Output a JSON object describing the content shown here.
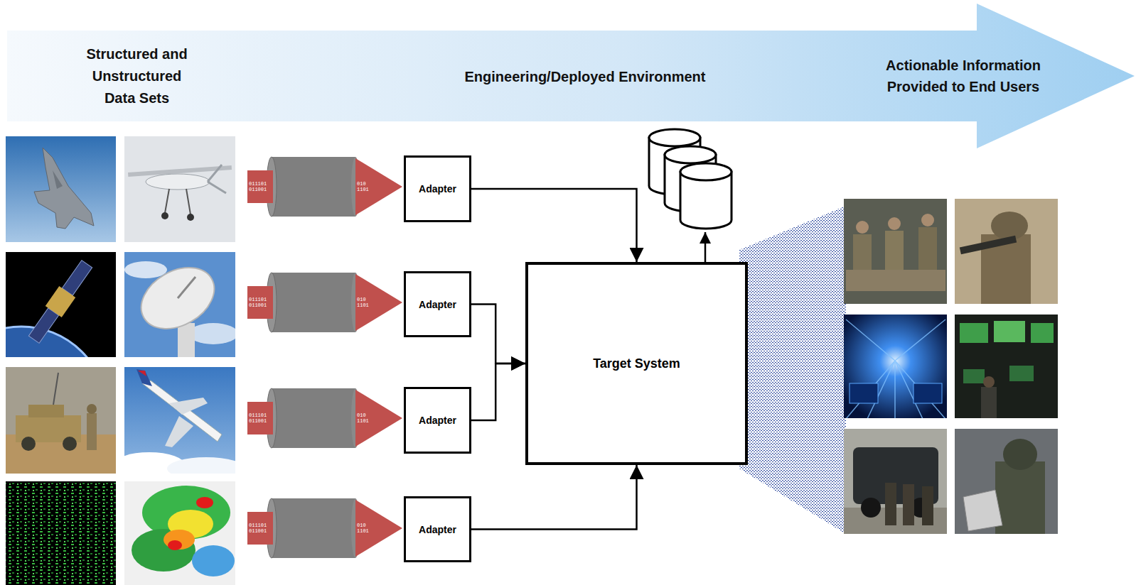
{
  "diagram": {
    "nodes": [
      {
        "text": [
          "Structured and Unstructured Data Sets",
          "Engineering/Deployed Environment",
          "Actionable Information Provided to End Users"
        ]
      },
      {
        "text": [
          "Adapter"
        ]
      },
      {
        "text": [
          "Adapter"
        ]
      },
      {
        "text": [
          "Adapter"
        ]
      },
      {
        "text": [
          "Adapter"
        ]
      },
      {
        "text": [
          "Target System"
        ]
      }
    ],
    "edges": [
      {
        "from": 1,
        "to": 5,
        "arrow": "to"
      },
      {
        "from": 2,
        "to": 5,
        "arrow": "to"
      },
      {
        "from": 3,
        "to": 5,
        "arrow": "to"
      },
      {
        "from": 4,
        "to": 5,
        "arrow": "to"
      }
    ],
    "labels": [
      "011101 011001",
      "010 1101",
      "011101 011001",
      "010 1101",
      "011101 011001",
      "010 1101",
      "011101 011001",
      "010 1101"
    ]
  }
}
